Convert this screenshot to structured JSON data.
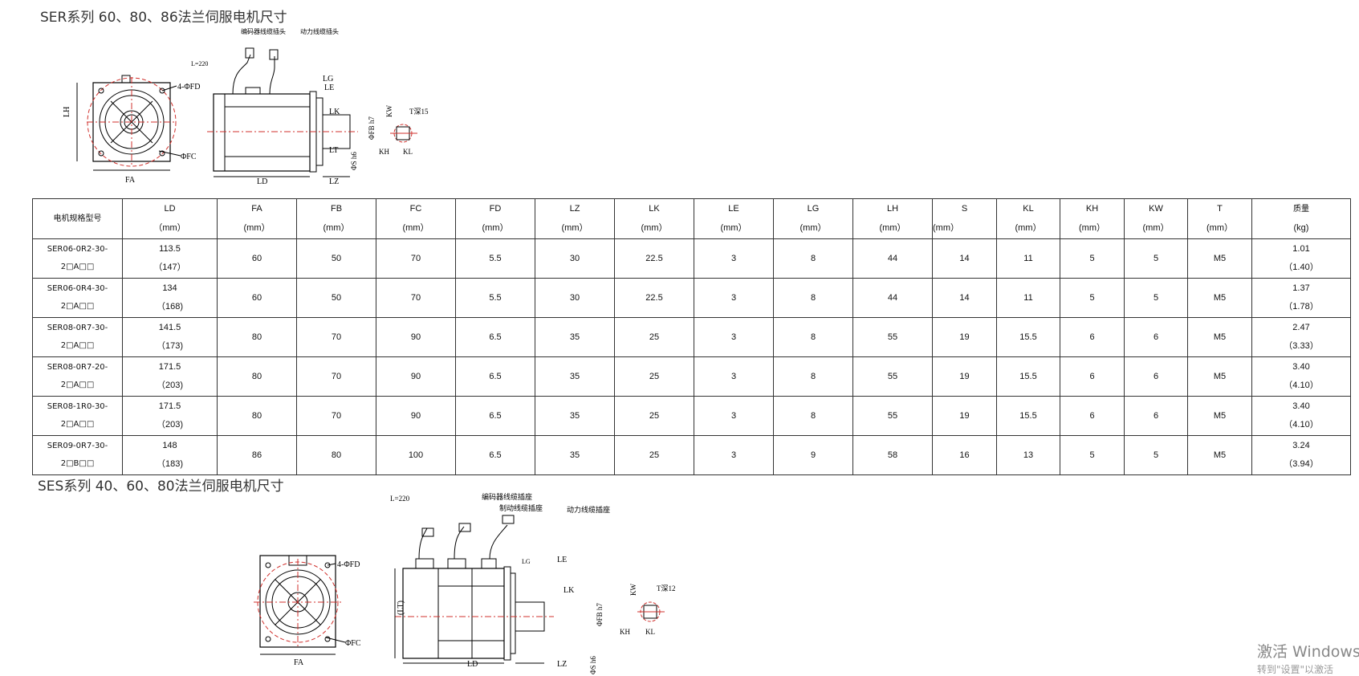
{
  "section1_title": "SER系列 60、80、86法兰伺服电机尺寸",
  "section2_title": "SES系列 40、60、80法兰伺服电机尺寸",
  "drawing1": {
    "labels": {
      "encoder_connector": "编码器线缆插头",
      "power_connector": "动力线缆插头",
      "cable_length": "L=220",
      "fd": "4-ΦFD",
      "lh": "LH",
      "fc": "ΦFC",
      "fa": "FA",
      "lg": "LG",
      "le": "LE",
      "lk": "LK",
      "lt": "LT",
      "fb": "ΦFB h7",
      "s": "ΦS h6",
      "ld": "LD",
      "lz": "LZ",
      "kw": "KW",
      "kh": "KH",
      "kl": "KL",
      "t": "T深15"
    }
  },
  "table": {
    "model_header": "电机规格型号",
    "columns": [
      {
        "name": "LD",
        "unit": "（mm）"
      },
      {
        "name": "FA",
        "unit": "(mm）"
      },
      {
        "name": "FB",
        "unit": "(mm）"
      },
      {
        "name": "FC",
        "unit": "(mm）"
      },
      {
        "name": "FD",
        "unit": "(mm）"
      },
      {
        "name": "LZ",
        "unit": "(mm）"
      },
      {
        "name": "LK",
        "unit": "(mm）"
      },
      {
        "name": "LE",
        "unit": "(mm）"
      },
      {
        "name": "LG",
        "unit": "(mm）"
      },
      {
        "name": "LH",
        "unit": "(mm）"
      },
      {
        "name": "S",
        "unit": "(mm）"
      },
      {
        "name": "KL",
        "unit": "(mm）"
      },
      {
        "name": "KH",
        "unit": "(mm）"
      },
      {
        "name": "KW",
        "unit": "(mm）"
      },
      {
        "name": "T",
        "unit": "(mm）"
      },
      {
        "name": "质量",
        "unit": "(kg)"
      }
    ],
    "rows": [
      {
        "model_a": "SER06-0R2-30-",
        "model_b": "2□A□□",
        "ld": "113.5",
        "ld_b": "（147）",
        "fa": "60",
        "fb": "50",
        "fc": "70",
        "fd": "5.5",
        "lz": "30",
        "lk": "22.5",
        "le": "3",
        "lg": "8",
        "lh": "44",
        "s": "14",
        "kl": "11",
        "kh": "5",
        "kw": "5",
        "t": "M5",
        "mass": "1.01",
        "mass_b": "（1.40）"
      },
      {
        "model_a": "SER06-0R4-30-",
        "model_b": "2□A□□",
        "ld": "134",
        "ld_b": "（168)",
        "fa": "60",
        "fb": "50",
        "fc": "70",
        "fd": "5.5",
        "lz": "30",
        "lk": "22.5",
        "le": "3",
        "lg": "8",
        "lh": "44",
        "s": "14",
        "kl": "11",
        "kh": "5",
        "kw": "5",
        "t": "M5",
        "mass": "1.37",
        "mass_b": "（1.78）"
      },
      {
        "model_a": "SER08-0R7-30-",
        "model_b": "2□A□□",
        "ld": "141.5",
        "ld_b": "（173)",
        "fa": "80",
        "fb": "70",
        "fc": "90",
        "fd": "6.5",
        "lz": "35",
        "lk": "25",
        "le": "3",
        "lg": "8",
        "lh": "55",
        "s": "19",
        "kl": "15.5",
        "kh": "6",
        "kw": "6",
        "t": "M5",
        "mass": "2.47",
        "mass_b": "（3.33）"
      },
      {
        "model_a": "SER08-0R7-20-",
        "model_b": "2□A□□",
        "ld": "171.5",
        "ld_b": "（203)",
        "fa": "80",
        "fb": "70",
        "fc": "90",
        "fd": "6.5",
        "lz": "35",
        "lk": "25",
        "le": "3",
        "lg": "8",
        "lh": "55",
        "s": "19",
        "kl": "15.5",
        "kh": "6",
        "kw": "6",
        "t": "M5",
        "mass": "3.40",
        "mass_b": "（4.10）"
      },
      {
        "model_a": "SER08-1R0-30-",
        "model_b": "2□A□□",
        "ld": "171.5",
        "ld_b": "（203)",
        "fa": "80",
        "fb": "70",
        "fc": "90",
        "fd": "6.5",
        "lz": "35",
        "lk": "25",
        "le": "3",
        "lg": "8",
        "lh": "55",
        "s": "19",
        "kl": "15.5",
        "kh": "6",
        "kw": "6",
        "t": "M5",
        "mass": "3.40",
        "mass_b": "（4.10）"
      },
      {
        "model_a": "SER09-0R7-30-",
        "model_b": "2□B□□",
        "ld": "148",
        "ld_b": "（183)",
        "fa": "86",
        "fb": "80",
        "fc": "100",
        "fd": "6.5",
        "lz": "35",
        "lk": "25",
        "le": "3",
        "lg": "9",
        "lh": "58",
        "s": "16",
        "kl": "13",
        "kh": "5",
        "kw": "5",
        "t": "M5",
        "mass": "3.24",
        "mass_b": "（3.94）"
      }
    ]
  },
  "drawing2": {
    "labels": {
      "cable_length": "L=220",
      "encoder_socket": "编码器线缆插座",
      "brake_socket": "制动线缆插座",
      "power_socket": "动力线缆插座",
      "fd": "4-ΦFD",
      "fc": "ΦFC",
      "fa": "FA",
      "lt": "(LT)",
      "lg": "LG",
      "le": "LE",
      "lk": "LK",
      "fb": "ΦFB h7",
      "s": "ΦS h6",
      "ld": "LD",
      "lz": "LZ",
      "kw": "KW",
      "kh": "KH",
      "kl": "KL",
      "t": "T深12"
    }
  },
  "watermark": {
    "line1": "激活 Windows",
    "line2": "转到\"设置\"以激活"
  },
  "colors": {
    "centerline": "#d0302c",
    "border": "#333333",
    "title": "#333333"
  }
}
